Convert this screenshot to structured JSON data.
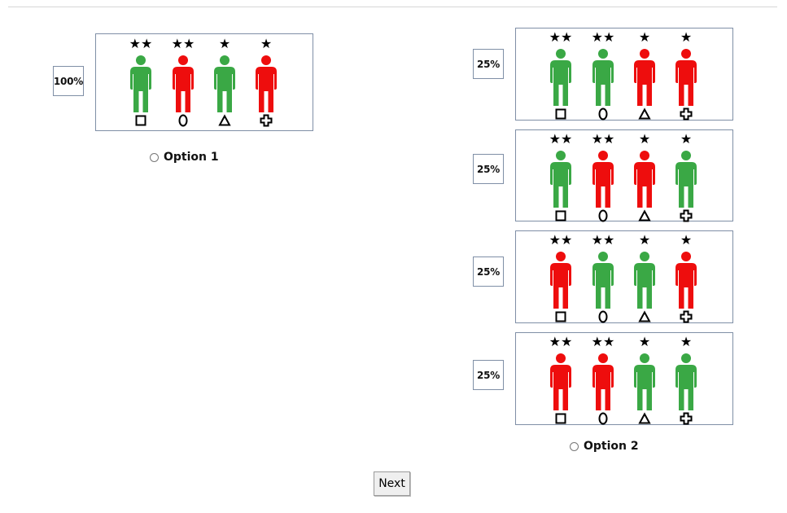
{
  "colors": {
    "good": "#3aa845",
    "bad": "#ee0d0d",
    "border": "#7f8fa6"
  },
  "option1": {
    "label": "Option 1",
    "scenarios": [
      {
        "percent": "100%",
        "people": [
          {
            "stars": "★★",
            "shape": "square",
            "color": "green"
          },
          {
            "stars": "★★",
            "shape": "oval",
            "color": "red"
          },
          {
            "stars": "★",
            "shape": "triangle",
            "color": "green"
          },
          {
            "stars": "★",
            "shape": "cross",
            "color": "red"
          }
        ]
      }
    ]
  },
  "option2": {
    "label": "Option 2",
    "scenarios": [
      {
        "percent": "25%",
        "people": [
          {
            "stars": "★★",
            "shape": "square",
            "color": "green"
          },
          {
            "stars": "★★",
            "shape": "oval",
            "color": "green"
          },
          {
            "stars": "★",
            "shape": "triangle",
            "color": "red"
          },
          {
            "stars": "★",
            "shape": "cross",
            "color": "red"
          }
        ]
      },
      {
        "percent": "25%",
        "people": [
          {
            "stars": "★★",
            "shape": "square",
            "color": "green"
          },
          {
            "stars": "★★",
            "shape": "oval",
            "color": "red"
          },
          {
            "stars": "★",
            "shape": "triangle",
            "color": "red"
          },
          {
            "stars": "★",
            "shape": "cross",
            "color": "green"
          }
        ]
      },
      {
        "percent": "25%",
        "people": [
          {
            "stars": "★★",
            "shape": "square",
            "color": "red"
          },
          {
            "stars": "★★",
            "shape": "oval",
            "color": "green"
          },
          {
            "stars": "★",
            "shape": "triangle",
            "color": "green"
          },
          {
            "stars": "★",
            "shape": "cross",
            "color": "red"
          }
        ]
      },
      {
        "percent": "25%",
        "people": [
          {
            "stars": "★★",
            "shape": "square",
            "color": "red"
          },
          {
            "stars": "★★",
            "shape": "oval",
            "color": "red"
          },
          {
            "stars": "★",
            "shape": "triangle",
            "color": "green"
          },
          {
            "stars": "★",
            "shape": "cross",
            "color": "green"
          }
        ]
      }
    ]
  },
  "next_label": "Next"
}
